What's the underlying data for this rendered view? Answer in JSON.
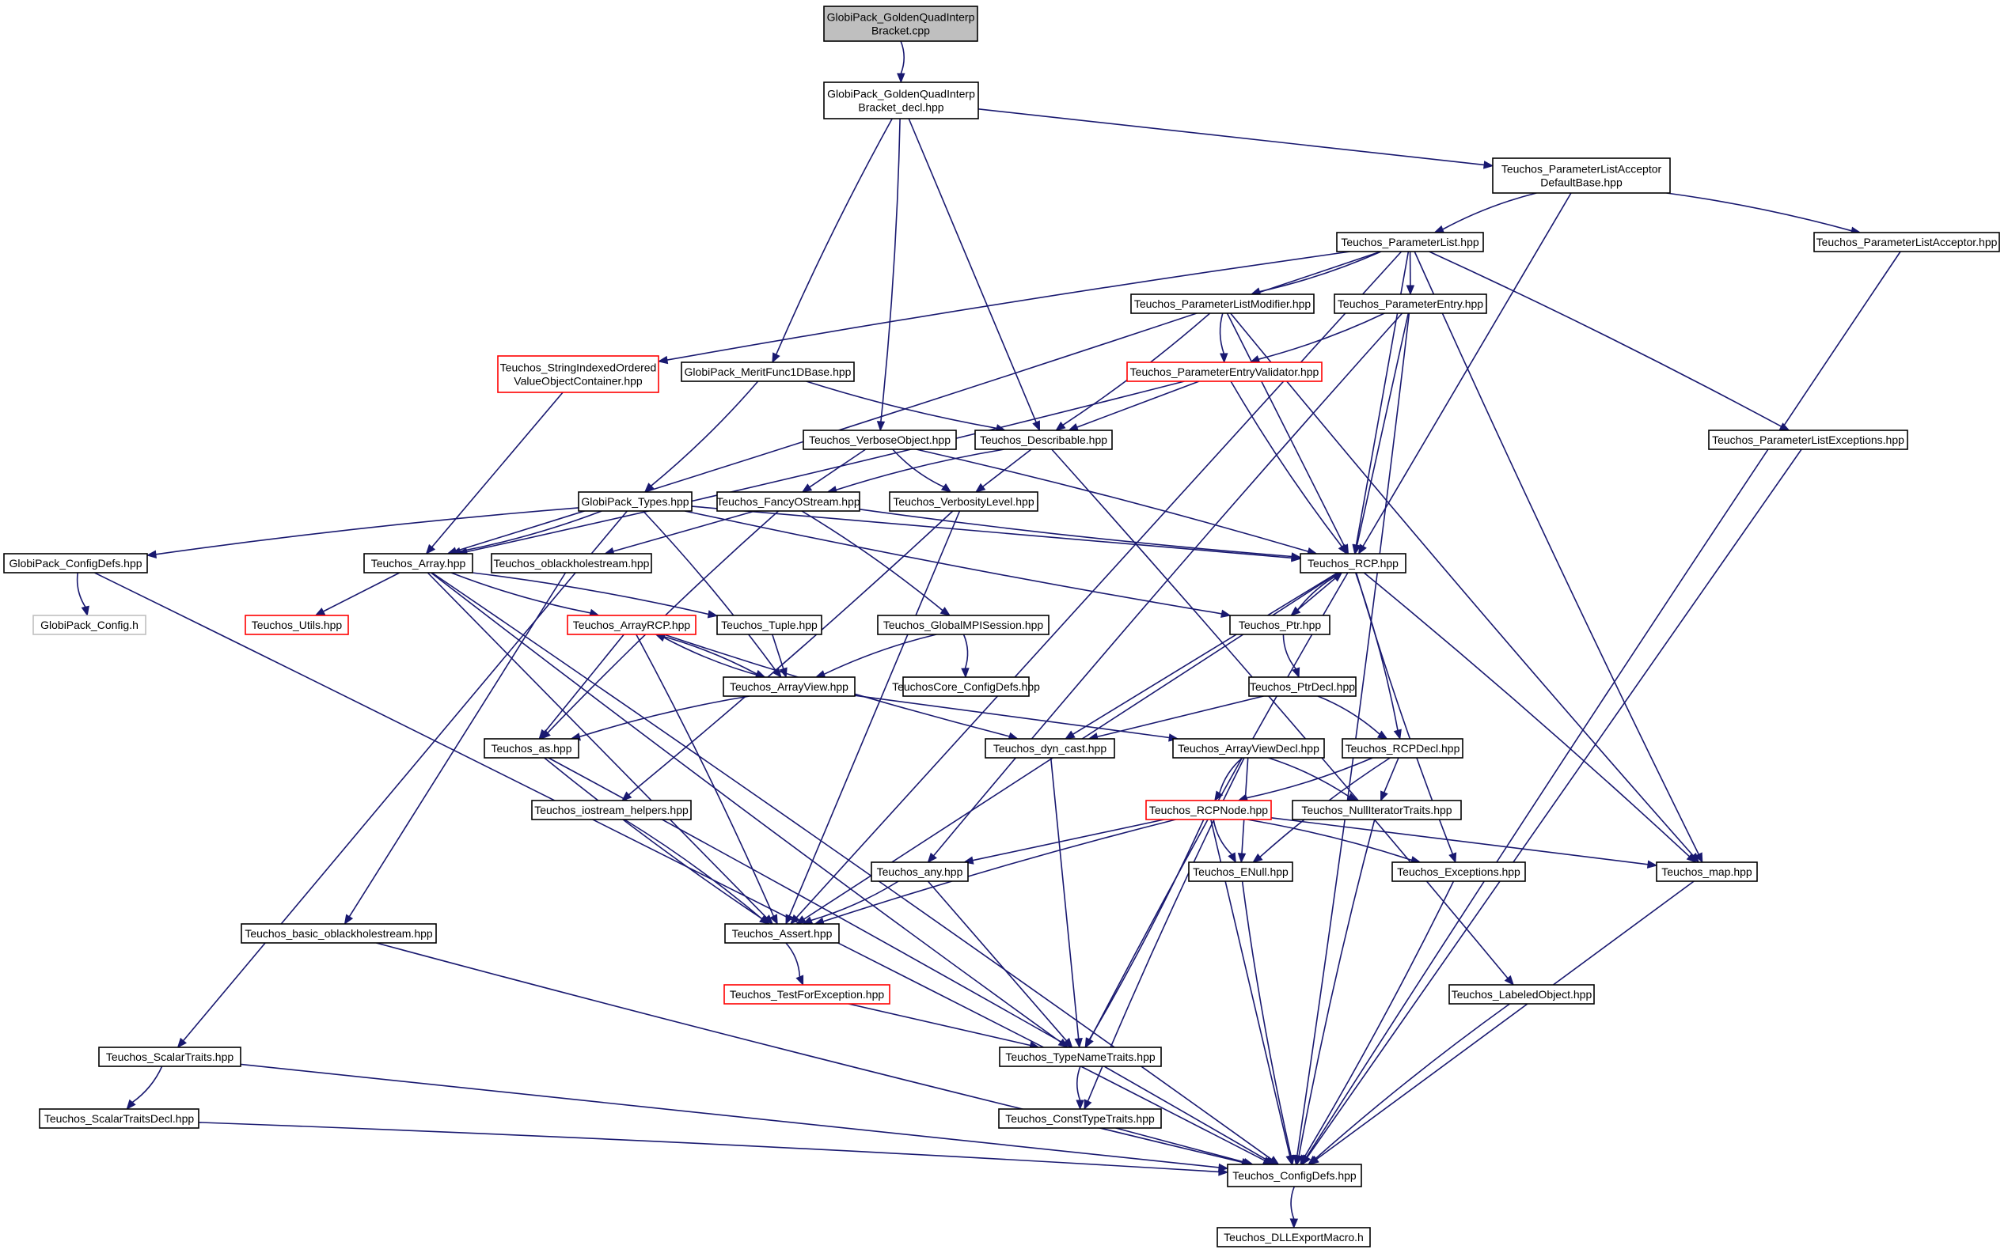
{
  "graph": {
    "kind": "include-dependency-graph",
    "colors": {
      "edge": "#191970",
      "node_border": "#000000",
      "root_fill": "#bfbfbf",
      "incomplete_border": "#ff0000",
      "leaf_border": "#bfbfbf"
    },
    "nodes": [
      {
        "id": "n_root",
        "lines": [
          "GlobiPack_GoldenQuadInterp",
          "Bracket.cpp"
        ],
        "style": "root"
      },
      {
        "id": "n_decl",
        "lines": [
          "GlobiPack_GoldenQuadInterp",
          "Bracket_decl.hpp"
        ],
        "style": "normal"
      },
      {
        "id": "n_pla_default",
        "lines": [
          "Teuchos_ParameterListAcceptor",
          "DefaultBase.hpp"
        ],
        "style": "normal"
      },
      {
        "id": "n_paramlist",
        "lines": [
          "Teuchos_ParameterList.hpp"
        ],
        "style": "normal"
      },
      {
        "id": "n_pla",
        "lines": [
          "Teuchos_ParameterListAcceptor.hpp"
        ],
        "style": "normal"
      },
      {
        "id": "n_plmod",
        "lines": [
          "Teuchos_ParameterListModifier.hpp"
        ],
        "style": "normal"
      },
      {
        "id": "n_pentry",
        "lines": [
          "Teuchos_ParameterEntry.hpp"
        ],
        "style": "normal"
      },
      {
        "id": "n_sioc",
        "lines": [
          "Teuchos_StringIndexedOrdered",
          "ValueObjectContainer.hpp"
        ],
        "style": "red"
      },
      {
        "id": "n_merit",
        "lines": [
          "GlobiPack_MeritFunc1DBase.hpp"
        ],
        "style": "normal"
      },
      {
        "id": "n_pev",
        "lines": [
          "Teuchos_ParameterEntryValidator.hpp"
        ],
        "style": "red"
      },
      {
        "id": "n_verbobj",
        "lines": [
          "Teuchos_VerboseObject.hpp"
        ],
        "style": "normal"
      },
      {
        "id": "n_describ",
        "lines": [
          "Teuchos_Describable.hpp"
        ],
        "style": "normal"
      },
      {
        "id": "n_plexc",
        "lines": [
          "Teuchos_ParameterListExceptions.hpp"
        ],
        "style": "normal"
      },
      {
        "id": "n_types",
        "lines": [
          "GlobiPack_Types.hpp"
        ],
        "style": "normal"
      },
      {
        "id": "n_fancy",
        "lines": [
          "Teuchos_FancyOStream.hpp"
        ],
        "style": "normal"
      },
      {
        "id": "n_verblvl",
        "lines": [
          "Teuchos_VerbosityLevel.hpp"
        ],
        "style": "normal"
      },
      {
        "id": "n_cfgdefs",
        "lines": [
          "GlobiPack_ConfigDefs.hpp"
        ],
        "style": "normal"
      },
      {
        "id": "n_array",
        "lines": [
          "Teuchos_Array.hpp"
        ],
        "style": "normal"
      },
      {
        "id": "n_oblack",
        "lines": [
          "Teuchos_oblackholestream.hpp"
        ],
        "style": "normal"
      },
      {
        "id": "n_rcp",
        "lines": [
          "Teuchos_RCP.hpp"
        ],
        "style": "normal"
      },
      {
        "id": "n_gpconfig",
        "lines": [
          "GlobiPack_Config.h"
        ],
        "style": "grey"
      },
      {
        "id": "n_utils",
        "lines": [
          "Teuchos_Utils.hpp"
        ],
        "style": "red"
      },
      {
        "id": "n_arcp",
        "lines": [
          "Teuchos_ArrayRCP.hpp"
        ],
        "style": "red"
      },
      {
        "id": "n_tuple",
        "lines": [
          "Teuchos_Tuple.hpp"
        ],
        "style": "normal"
      },
      {
        "id": "n_gmpi",
        "lines": [
          "Teuchos_GlobalMPISession.hpp"
        ],
        "style": "normal"
      },
      {
        "id": "n_ptr",
        "lines": [
          "Teuchos_Ptr.hpp"
        ],
        "style": "normal"
      },
      {
        "id": "n_aview",
        "lines": [
          "Teuchos_ArrayView.hpp"
        ],
        "style": "normal"
      },
      {
        "id": "n_corecfg",
        "lines": [
          "TeuchosCore_ConfigDefs.hpp"
        ],
        "style": "normal"
      },
      {
        "id": "n_ptrdecl",
        "lines": [
          "Teuchos_PtrDecl.hpp"
        ],
        "style": "normal"
      },
      {
        "id": "n_as",
        "lines": [
          "Teuchos_as.hpp"
        ],
        "style": "normal"
      },
      {
        "id": "n_dyncast",
        "lines": [
          "Teuchos_dyn_cast.hpp"
        ],
        "style": "normal"
      },
      {
        "id": "n_avdecl",
        "lines": [
          "Teuchos_ArrayViewDecl.hpp"
        ],
        "style": "normal"
      },
      {
        "id": "n_rcpdecl",
        "lines": [
          "Teuchos_RCPDecl.hpp"
        ],
        "style": "normal"
      },
      {
        "id": "n_iohelp",
        "lines": [
          "Teuchos_iostream_helpers.hpp"
        ],
        "style": "normal"
      },
      {
        "id": "n_rcpnode",
        "lines": [
          "Teuchos_RCPNode.hpp"
        ],
        "style": "red"
      },
      {
        "id": "n_nulliter",
        "lines": [
          "Teuchos_NullIteratorTraits.hpp"
        ],
        "style": "normal"
      },
      {
        "id": "n_any",
        "lines": [
          "Teuchos_any.hpp"
        ],
        "style": "normal"
      },
      {
        "id": "n_enull",
        "lines": [
          "Teuchos_ENull.hpp"
        ],
        "style": "normal"
      },
      {
        "id": "n_excs",
        "lines": [
          "Teuchos_Exceptions.hpp"
        ],
        "style": "normal"
      },
      {
        "id": "n_map",
        "lines": [
          "Teuchos_map.hpp"
        ],
        "style": "normal"
      },
      {
        "id": "n_basicob",
        "lines": [
          "Teuchos_basic_oblackholestream.hpp"
        ],
        "style": "normal"
      },
      {
        "id": "n_assert",
        "lines": [
          "Teuchos_Assert.hpp"
        ],
        "style": "normal"
      },
      {
        "id": "n_tfe",
        "lines": [
          "Teuchos_TestForException.hpp"
        ],
        "style": "red"
      },
      {
        "id": "n_labeled",
        "lines": [
          "Teuchos_LabeledObject.hpp"
        ],
        "style": "normal"
      },
      {
        "id": "n_scalar",
        "lines": [
          "Teuchos_ScalarTraits.hpp"
        ],
        "style": "normal"
      },
      {
        "id": "n_tnt",
        "lines": [
          "Teuchos_TypeNameTraits.hpp"
        ],
        "style": "normal"
      },
      {
        "id": "n_scalardecl",
        "lines": [
          "Teuchos_ScalarTraitsDecl.hpp"
        ],
        "style": "normal"
      },
      {
        "id": "n_ctt",
        "lines": [
          "Teuchos_ConstTypeTraits.hpp"
        ],
        "style": "normal"
      },
      {
        "id": "n_tcfg",
        "lines": [
          "Teuchos_ConfigDefs.hpp"
        ],
        "style": "normal"
      },
      {
        "id": "n_dll",
        "lines": [
          "Teuchos_DLLExportMacro.h"
        ],
        "style": "normal"
      }
    ],
    "edges": [
      [
        "n_root",
        "n_decl"
      ],
      [
        "n_decl",
        "n_pla_default"
      ],
      [
        "n_decl",
        "n_merit"
      ],
      [
        "n_decl",
        "n_verbobj"
      ],
      [
        "n_decl",
        "n_describ"
      ],
      [
        "n_pla_default",
        "n_paramlist"
      ],
      [
        "n_pla_default",
        "n_pla"
      ],
      [
        "n_pla_default",
        "n_rcp"
      ],
      [
        "n_pla",
        "n_tcfg"
      ],
      [
        "n_paramlist",
        "n_plmod"
      ],
      [
        "n_paramlist",
        "n_pentry"
      ],
      [
        "n_paramlist",
        "n_sioc"
      ],
      [
        "n_paramlist",
        "n_array"
      ],
      [
        "n_paramlist",
        "n_rcp"
      ],
      [
        "n_paramlist",
        "n_map"
      ],
      [
        "n_paramlist",
        "n_plexc"
      ],
      [
        "n_paramlist",
        "n_assert"
      ],
      [
        "n_plmod",
        "n_pev"
      ],
      [
        "n_plmod",
        "n_describ"
      ],
      [
        "n_plmod",
        "n_rcp"
      ],
      [
        "n_plmod",
        "n_map"
      ],
      [
        "n_pentry",
        "n_pev"
      ],
      [
        "n_pentry",
        "n_rcp"
      ],
      [
        "n_pentry",
        "n_any"
      ],
      [
        "n_pentry",
        "n_tcfg"
      ],
      [
        "n_pev",
        "n_describ"
      ],
      [
        "n_pev",
        "n_rcp"
      ],
      [
        "n_pev",
        "n_array"
      ],
      [
        "n_sioc",
        "n_array"
      ],
      [
        "n_merit",
        "n_describ"
      ],
      [
        "n_merit",
        "n_types"
      ],
      [
        "n_verbobj",
        "n_fancy"
      ],
      [
        "n_verbobj",
        "n_verblvl"
      ],
      [
        "n_verbobj",
        "n_rcp"
      ],
      [
        "n_describ",
        "n_verblvl"
      ],
      [
        "n_describ",
        "n_fancy"
      ],
      [
        "n_describ",
        "n_labeled"
      ],
      [
        "n_plexc",
        "n_tcfg"
      ],
      [
        "n_types",
        "n_cfgdefs"
      ],
      [
        "n_types",
        "n_array"
      ],
      [
        "n_types",
        "n_rcp"
      ],
      [
        "n_types",
        "n_ptr"
      ],
      [
        "n_types",
        "n_aview"
      ],
      [
        "n_types",
        "n_scalar"
      ],
      [
        "n_fancy",
        "n_rcp"
      ],
      [
        "n_fancy",
        "n_gmpi"
      ],
      [
        "n_fancy",
        "n_oblack"
      ],
      [
        "n_fancy",
        "n_as"
      ],
      [
        "n_verblvl",
        "n_iohelp"
      ],
      [
        "n_verblvl",
        "n_assert"
      ],
      [
        "n_cfgdefs",
        "n_gpconfig"
      ],
      [
        "n_cfgdefs",
        "n_tcfg"
      ],
      [
        "n_array",
        "n_utils"
      ],
      [
        "n_array",
        "n_arcp"
      ],
      [
        "n_array",
        "n_tuple"
      ],
      [
        "n_array",
        "n_assert"
      ],
      [
        "n_array",
        "n_tnt"
      ],
      [
        "n_array",
        "n_tcfg"
      ],
      [
        "n_oblack",
        "n_basicob"
      ],
      [
        "n_rcp",
        "n_ptr"
      ],
      [
        "n_rcp",
        "n_rcpdecl"
      ],
      [
        "n_rcp",
        "n_dyncast"
      ],
      [
        "n_rcp",
        "n_excs"
      ],
      [
        "n_rcp",
        "n_map"
      ],
      [
        "n_rcp",
        "n_assert"
      ],
      [
        "n_rcp",
        "n_tnt"
      ],
      [
        "n_arcp",
        "n_aview"
      ],
      [
        "n_arcp",
        "n_as"
      ],
      [
        "n_arcp",
        "n_dyncast"
      ],
      [
        "n_arcp",
        "n_assert"
      ],
      [
        "n_tuple",
        "n_aview"
      ],
      [
        "n_gmpi",
        "n_aview"
      ],
      [
        "n_gmpi",
        "n_corecfg"
      ],
      [
        "n_ptr",
        "n_rcp"
      ],
      [
        "n_ptr",
        "n_ptrdecl"
      ],
      [
        "n_aview",
        "n_arcp"
      ],
      [
        "n_aview",
        "n_avdecl"
      ],
      [
        "n_aview",
        "n_as"
      ],
      [
        "n_ptrdecl",
        "n_rcpdecl"
      ],
      [
        "n_ptrdecl",
        "n_dyncast"
      ],
      [
        "n_as",
        "n_assert"
      ],
      [
        "n_as",
        "n_tcfg"
      ],
      [
        "n_dyncast",
        "n_tnt"
      ],
      [
        "n_avdecl",
        "n_rcpnode"
      ],
      [
        "n_avdecl",
        "n_nulliter"
      ],
      [
        "n_avdecl",
        "n_enull"
      ],
      [
        "n_avdecl",
        "n_ctt"
      ],
      [
        "n_rcpdecl",
        "n_rcpnode"
      ],
      [
        "n_rcpdecl",
        "n_nulliter"
      ],
      [
        "n_rcpdecl",
        "n_enull"
      ],
      [
        "n_iohelp",
        "n_assert"
      ],
      [
        "n_rcpnode",
        "n_any"
      ],
      [
        "n_rcpnode",
        "n_enull"
      ],
      [
        "n_rcpnode",
        "n_excs"
      ],
      [
        "n_rcpnode",
        "n_map"
      ],
      [
        "n_rcpnode",
        "n_assert"
      ],
      [
        "n_rcpnode",
        "n_tnt"
      ],
      [
        "n_rcpnode",
        "n_tcfg"
      ],
      [
        "n_nulliter",
        "n_tcfg"
      ],
      [
        "n_any",
        "n_assert"
      ],
      [
        "n_any",
        "n_tnt"
      ],
      [
        "n_enull",
        "n_tcfg"
      ],
      [
        "n_excs",
        "n_tcfg"
      ],
      [
        "n_map",
        "n_tcfg"
      ],
      [
        "n_basicob",
        "n_tcfg"
      ],
      [
        "n_assert",
        "n_tfe"
      ],
      [
        "n_tfe",
        "n_tnt"
      ],
      [
        "n_labeled",
        "n_tcfg"
      ],
      [
        "n_scalar",
        "n_scalardecl"
      ],
      [
        "n_scalar",
        "n_tcfg"
      ],
      [
        "n_tnt",
        "n_ctt"
      ],
      [
        "n_scalardecl",
        "n_tcfg"
      ],
      [
        "n_ctt",
        "n_tcfg"
      ],
      [
        "n_tcfg",
        "n_dll"
      ]
    ]
  }
}
